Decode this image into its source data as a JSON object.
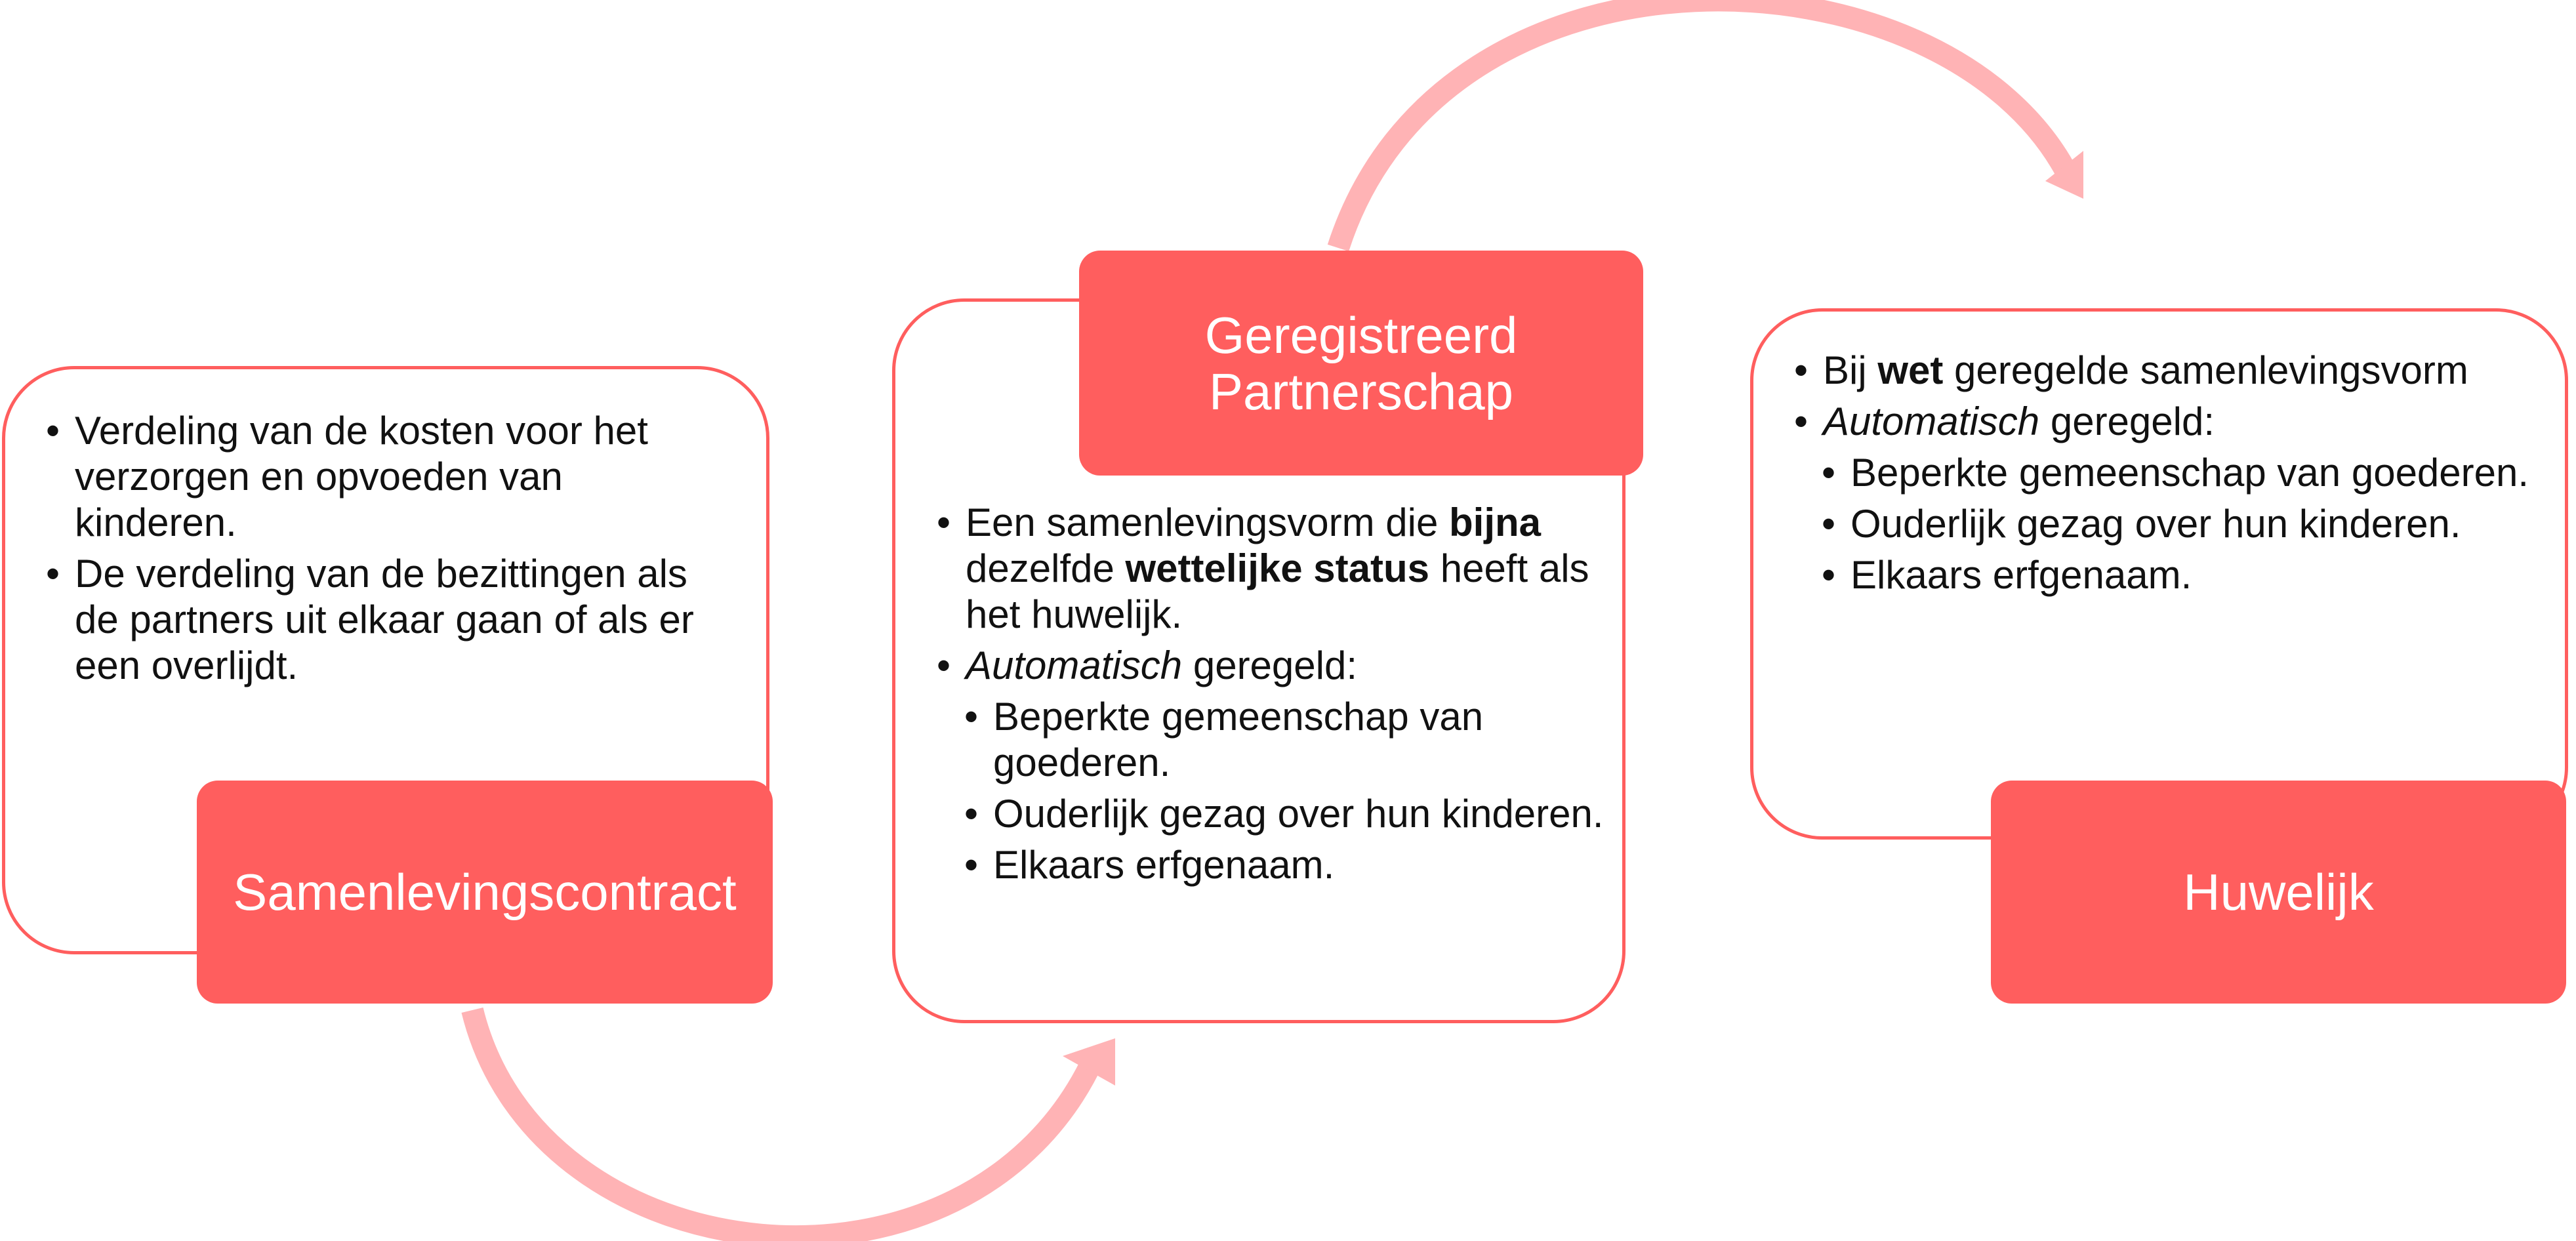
{
  "colors": {
    "accent": "#ff5e5e",
    "arrow": "#ffb3b5",
    "text": "#111111",
    "label_text": "#ffffff",
    "background": "#ffffff"
  },
  "stages": [
    {
      "label": "Samenlevingscontract",
      "items": [
        {
          "level": 1,
          "parts": [
            {
              "text": "Verdeling van de kosten voor het verzorgen en opvoeden van kinderen.",
              "style": "normal"
            }
          ]
        },
        {
          "level": 1,
          "parts": [
            {
              "text": "De verdeling van de bezittingen als de partners uit elkaar gaan of als er een overlijdt.",
              "style": "normal"
            }
          ]
        }
      ]
    },
    {
      "label_line1": "Geregistreerd",
      "label_line2": "Partnerschap",
      "items": [
        {
          "level": 1,
          "parts": [
            {
              "text": "Een samenlevingsvorm die ",
              "style": "normal"
            },
            {
              "text": "bijna",
              "style": "bold"
            },
            {
              "text": " dezelfde ",
              "style": "normal"
            },
            {
              "text": "wettelijke status",
              "style": "bold"
            },
            {
              "text": " heeft als het huwelijk.",
              "style": "normal"
            }
          ]
        },
        {
          "level": 1,
          "parts": [
            {
              "text": "Automatisch",
              "style": "italic"
            },
            {
              "text": " geregeld:",
              "style": "normal"
            }
          ]
        },
        {
          "level": 2,
          "parts": [
            {
              "text": "Beperkte gemeenschap van goederen.",
              "style": "normal"
            }
          ]
        },
        {
          "level": 2,
          "parts": [
            {
              "text": "Ouderlijk gezag over hun kinderen.",
              "style": "normal"
            }
          ]
        },
        {
          "level": 2,
          "parts": [
            {
              "text": "Elkaars erfgenaam.",
              "style": "normal"
            }
          ]
        }
      ]
    },
    {
      "label": "Huwelijk",
      "items": [
        {
          "level": 1,
          "parts": [
            {
              "text": "Bij ",
              "style": "normal"
            },
            {
              "text": "wet",
              "style": "bold"
            },
            {
              "text": " geregelde samenlevingsvorm",
              "style": "normal"
            }
          ]
        },
        {
          "level": 1,
          "parts": [
            {
              "text": "Automatisch",
              "style": "italic"
            },
            {
              "text": " geregeld:",
              "style": "normal"
            }
          ]
        },
        {
          "level": 2,
          "parts": [
            {
              "text": "Beperkte gemeenschap van goederen.",
              "style": "normal"
            }
          ]
        },
        {
          "level": 2,
          "parts": [
            {
              "text": "Ouderlijk gezag over hun kinderen.",
              "style": "normal"
            }
          ]
        },
        {
          "level": 2,
          "parts": [
            {
              "text": "Elkaars erfgenaam.",
              "style": "normal"
            }
          ]
        }
      ]
    }
  ],
  "arrows": [
    {
      "from": "Samenlevingscontract",
      "to": "Geregistreerd Partnerschap",
      "direction": "curved-down"
    },
    {
      "from": "Geregistreerd Partnerschap",
      "to": "Huwelijk",
      "direction": "curved-up"
    }
  ]
}
